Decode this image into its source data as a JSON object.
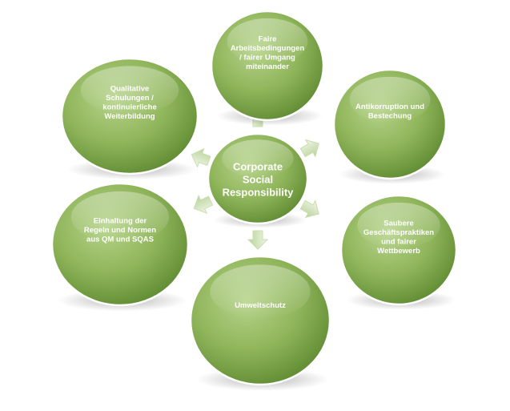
{
  "center": {
    "lines": [
      "Corporate",
      "Social",
      "Responsibility"
    ]
  },
  "nodes": [
    {
      "id": "faire-arbeitsbedingungen",
      "lines": [
        "Faire",
        "Arbeitsbedingungen",
        "/ fairer Umgang",
        "miteinander"
      ]
    },
    {
      "id": "antikorruption",
      "lines": [
        "Antikorruption und",
        "Bestechung"
      ]
    },
    {
      "id": "saubere-geschaeftspraktiken",
      "lines": [
        "Saubere",
        "Geschäftspraktiken",
        "und fairer",
        "Wettbewerb"
      ]
    },
    {
      "id": "umweltschutz",
      "lines": [
        "Umweltschutz"
      ]
    },
    {
      "id": "einhaltung-regeln",
      "lines": [
        "Einhaltung der",
        "Regeln und Normen",
        "aus QM und SQAS"
      ]
    },
    {
      "id": "qualitative-schulungen",
      "lines": [
        "Qualitative",
        "Schulungen /",
        "kontinuierliche",
        "Weiterbildung"
      ]
    }
  ],
  "colors": {
    "circle_light": "#b7d48c",
    "circle_mid": "#8fb55a",
    "circle_dark": "#5f8a32",
    "arrow_light": "#f0f7e6",
    "arrow_dark": "#b9d29a"
  }
}
